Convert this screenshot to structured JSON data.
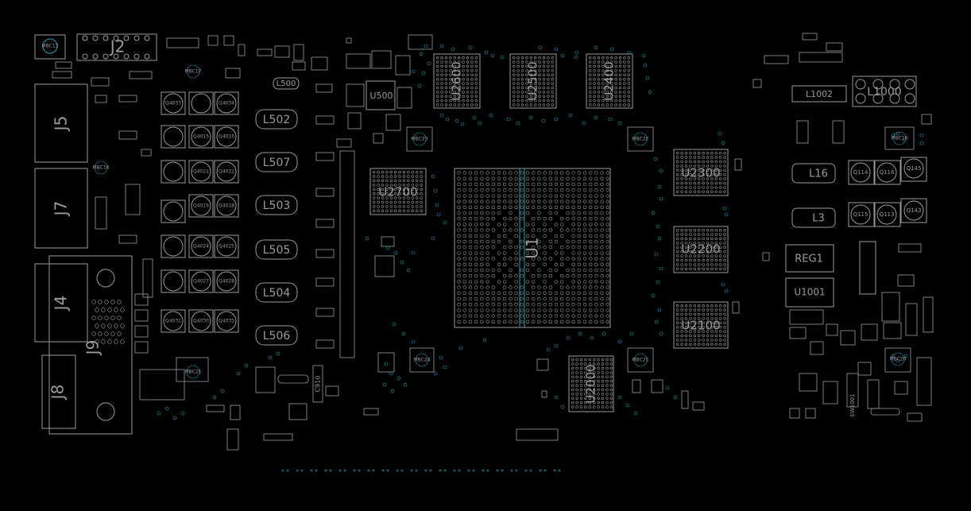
{
  "colors": {
    "background": "#000000",
    "outline": "#9a9a9a",
    "via": "#1fa3b5",
    "label": "#9a9a9a"
  },
  "components": {
    "J2": "J2",
    "J5": "J5",
    "J7": "J7",
    "J4": "J4",
    "J9": "J9",
    "J8": "J8",
    "U2600": "U2600",
    "U2500": "U2500",
    "U2400": "U2400",
    "U2300": "U2300",
    "U2200": "U2200",
    "U2100": "U2100",
    "U2700": "U2700",
    "U2000": "U2000",
    "U1": "U1",
    "U500": "U500",
    "L500": "L500",
    "L502": "L502",
    "L507": "L507",
    "L503": "L503",
    "L505": "L505",
    "L504": "L504",
    "L506": "L506",
    "L16": "L16",
    "L3": "L3",
    "L1000": "L1000",
    "L1002": "L1002",
    "REG1": "REG1",
    "U1001": "U1001",
    "C910": "C910",
    "SW1001": "SW1001",
    "Q4033": "Q4033",
    "Q4034": "Q4034",
    "Q4015": "Q4015",
    "Q4016": "Q4016",
    "Q4021": "Q4021",
    "Q4022": "Q4022",
    "Q4019": "Q4019",
    "Q4018": "Q4018",
    "Q4024": "Q4024",
    "Q4025": "Q4025",
    "Q4027": "Q4027",
    "Q4028": "Q4028",
    "Q4031": "Q4031",
    "Q4030": "Q4030",
    "Q4035": "Q4035",
    "Q114": "Q114",
    "Q116": "Q116",
    "Q145": "Q145",
    "Q115": "Q115",
    "Q113": "Q113",
    "Q143": "Q143",
    "MBC13": "MBC13",
    "MBC17": "MBC17",
    "MBC16": "MBC16",
    "MBC21": "MBC21",
    "MBC23": "MBC23",
    "MBC24": "MBC24",
    "MBC22": "MBC22",
    "MBC25": "MBC25",
    "MBC18": "MBC18",
    "MBC20": "MBC20"
  }
}
